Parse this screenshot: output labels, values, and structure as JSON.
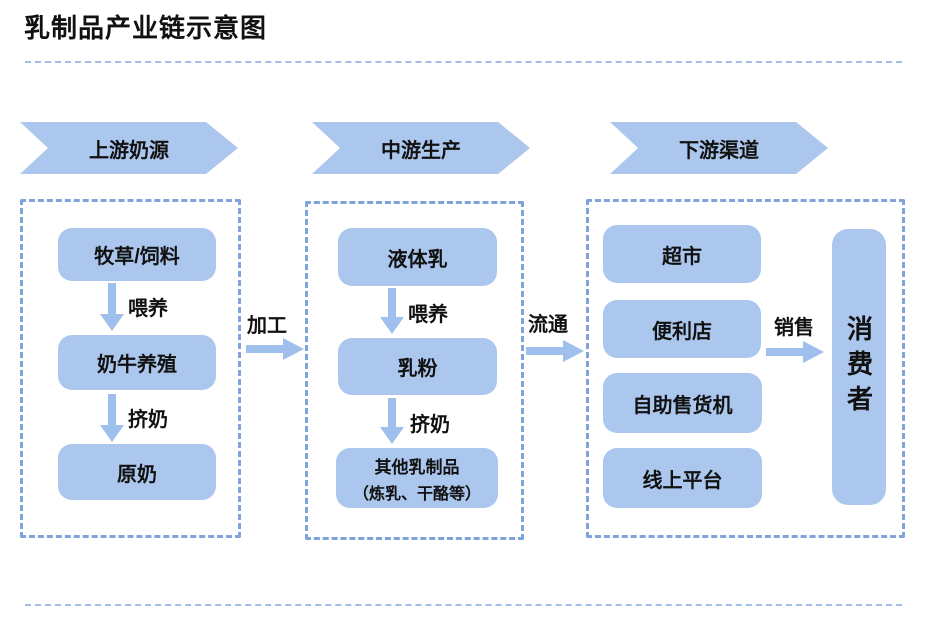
{
  "title": "乳制品产业链示意图",
  "colors": {
    "node_fill": "#abc7ee",
    "arrow_fill": "#9fc0ec",
    "dashed_border": "#7fa3da",
    "divider": "#a3bce8",
    "text": "#111111"
  },
  "stages": [
    {
      "banner": "上游奶源",
      "nodes": [
        "牧草/饲料",
        "奶牛养殖",
        "原奶"
      ],
      "arrow_labels": [
        "喂养",
        "挤奶"
      ]
    },
    {
      "banner": "中游生产",
      "nodes": [
        "液体乳",
        "乳粉",
        "其他乳制品"
      ],
      "node3_sub": "（炼乳、干酪等）",
      "arrow_labels": [
        "喂养",
        "挤奶"
      ]
    },
    {
      "banner": "下游渠道",
      "nodes": [
        "超市",
        "便利店",
        "自助售货机",
        "线上平台"
      ],
      "consumer": "消费者",
      "sales_label": "销售"
    }
  ],
  "connectors": [
    {
      "label": "加工"
    },
    {
      "label": "流通"
    }
  ]
}
